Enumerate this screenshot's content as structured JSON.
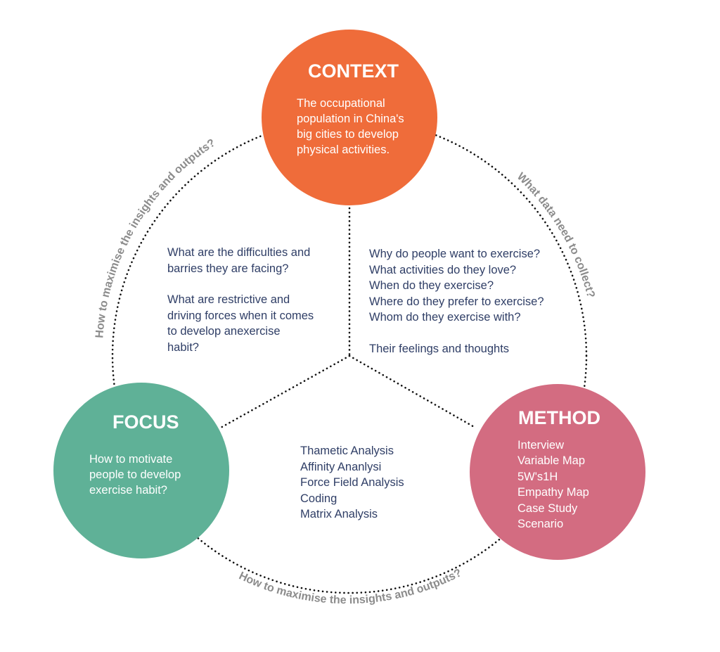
{
  "colors": {
    "context": "#ef6c3a",
    "focus": "#5fb197",
    "method": "#d36c81",
    "segment_text": "#2f3e66",
    "arc_label": "#8c8c8c"
  },
  "context": {
    "title": "CONTEXT",
    "lines": [
      "The occupational",
      "population in China's",
      "big cities to develop",
      "physical activities."
    ]
  },
  "focus": {
    "title": "FOCUS",
    "lines": [
      "How to motivate",
      "people to develop",
      "exercise habit?"
    ]
  },
  "method": {
    "title": "METHOD",
    "lines": [
      "Interview",
      "Variable Map",
      "5W's1H",
      "Empathy Map",
      "Case Study",
      "Scenario"
    ]
  },
  "segments": {
    "left": {
      "para1": [
        "What are the difficulties and",
        "barries they are facing?"
      ],
      "para2": [
        "What are restrictive and",
        "driving forces when it comes",
        "to develop  anexercise",
        "habit?"
      ]
    },
    "right": {
      "para1": [
        "Why do people want to exercise?",
        "What activities do they love?",
        "When do they exercise?",
        "Where do they prefer to exercise?",
        "Whom do they exercise with?"
      ],
      "para2": [
        "Their feelings and thoughts"
      ]
    },
    "bottom": {
      "lines": [
        "Thametic Analysis",
        "Affinity Ananlysi",
        "Force Field Analysis",
        "Coding",
        "Matrix Analysis"
      ]
    }
  },
  "arc_labels": {
    "left": "How to maximise the insights and outputs?",
    "right": "What data need to collect?",
    "bottom": "How to maximise the insights and outputs?"
  }
}
